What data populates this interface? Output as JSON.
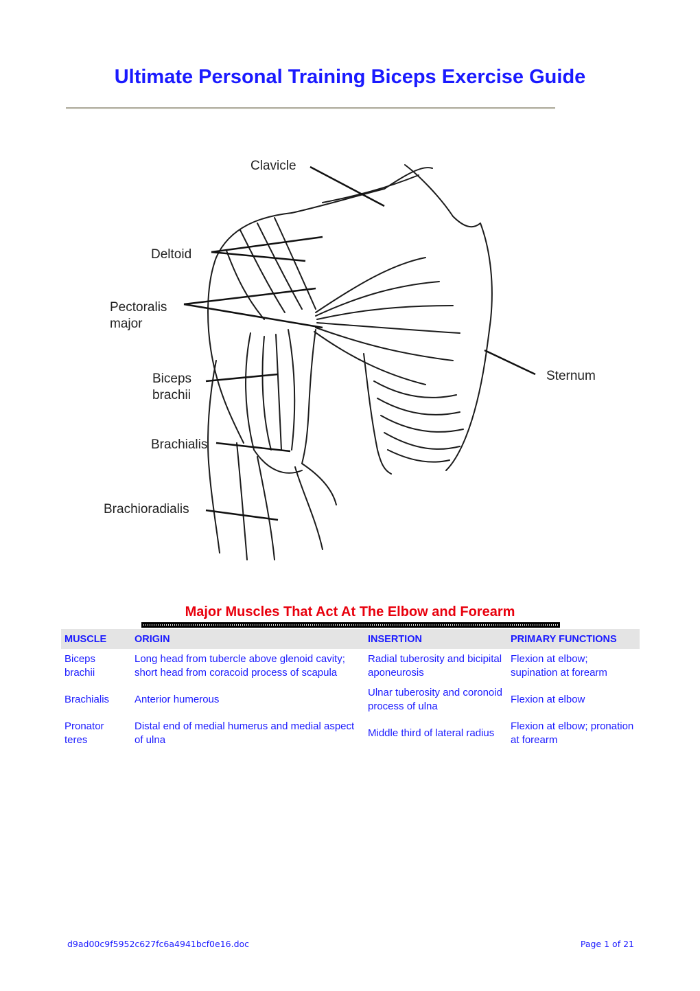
{
  "document": {
    "title": "Ultimate Personal Training Biceps Exercise Guide"
  },
  "figure": {
    "labels": {
      "clavicle": "Clavicle",
      "deltoid": "Deltoid",
      "pectoralis_1": "Pectoralis",
      "pectoralis_2": "major",
      "biceps_1": "Biceps",
      "biceps_2": "brachii",
      "brachialis": "Brachialis",
      "brachioradialis": "Brachioradialis",
      "sternum": "Sternum"
    }
  },
  "table": {
    "title": "Major Muscles That Act At The Elbow and Forearm",
    "headers": [
      "MUSCLE",
      "ORIGIN",
      "INSERTION",
      "PRIMARY FUNCTIONS"
    ],
    "rows": [
      {
        "muscle": "Biceps brachii",
        "origin": "Long head from tubercle above glenoid cavity; short head from coracoid process of scapula",
        "insertion": "Radial tuberosity and bicipital aponeurosis",
        "functions": "Flexion at elbow; supination at forearm"
      },
      {
        "muscle": "Brachialis",
        "origin": "Anterior humerous",
        "insertion": "Ulnar tuberosity and coronoid process of ulna",
        "functions": "Flexion at elbow"
      },
      {
        "muscle": "Pronator teres",
        "origin": "Distal end of medial humerus and medial aspect of ulna",
        "insertion": "Middle third of lateral radius",
        "functions": "Flexion at elbow; pronation at forearm"
      }
    ]
  },
  "footer": {
    "filename": "d9ad00c9f5952c627fc6a4941bcf0e16.doc",
    "page_label": "Page",
    "page_number": "1",
    "of_label": "of",
    "total_pages": "21"
  },
  "colors": {
    "heading_blue": "#1a1aff",
    "table_title_red": "#e8000d",
    "header_bg": "#e4e4e4"
  }
}
